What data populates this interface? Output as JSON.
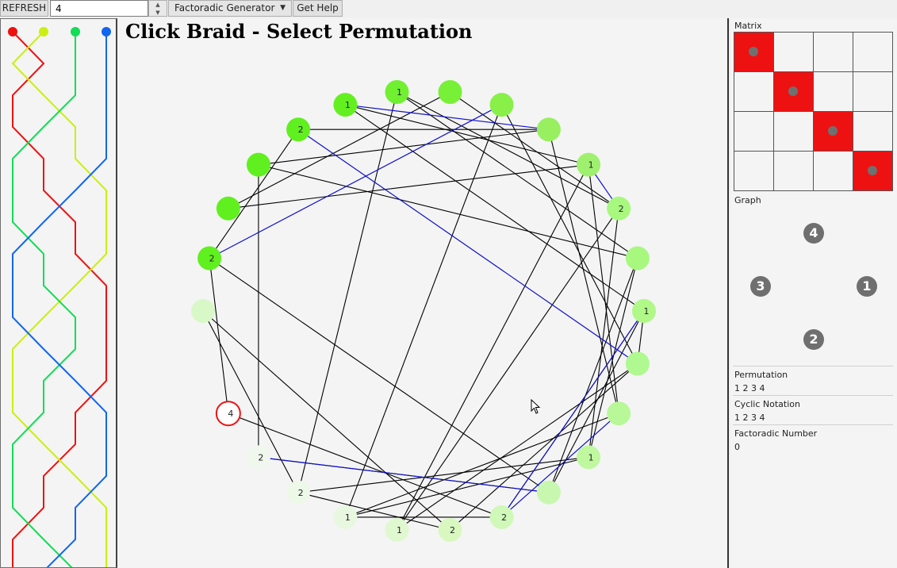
{
  "toolbar": {
    "refresh_label": "REFRESH",
    "n_value": "4",
    "mode_selected": "Factoradic Generator",
    "help_label": "Get Help"
  },
  "main": {
    "title": "Click Braid - Select Permutation",
    "nodes": [
      {
        "label": "",
        "color": "#d8f8c8"
      },
      {
        "label": "2",
        "color": "#60f020"
      },
      {
        "label": "",
        "color": "#60f020"
      },
      {
        "label": "",
        "color": "#60f020"
      },
      {
        "label": "2",
        "color": "#60f020"
      },
      {
        "label": "1",
        "color": "#64f020"
      },
      {
        "label": "1",
        "color": "#70f030"
      },
      {
        "label": "",
        "color": "#78f038"
      },
      {
        "label": "",
        "color": "#88f048"
      },
      {
        "label": "",
        "color": "#98f060"
      },
      {
        "label": "1",
        "color": "#a0f070"
      },
      {
        "label": "2",
        "color": "#a8f880"
      },
      {
        "label": "",
        "color": "#a8f880"
      },
      {
        "label": "1",
        "color": "#b0f888"
      },
      {
        "label": "",
        "color": "#b0f890"
      },
      {
        "label": "",
        "color": "#b8f898"
      },
      {
        "label": "1",
        "color": "#c0f8a0"
      },
      {
        "label": "",
        "color": "#c8f8b0"
      },
      {
        "label": "2",
        "color": "#d0f8b8"
      },
      {
        "label": "2",
        "color": "#d8f8c0"
      },
      {
        "label": "1",
        "color": "#e0f8d0"
      },
      {
        "label": "1",
        "color": "#e8f8e0"
      },
      {
        "label": "2",
        "color": "#eef8e8"
      },
      {
        "label": "2",
        "color": "#f0f8ee"
      },
      {
        "label": "4",
        "color": "#ffffff",
        "selected": true
      }
    ]
  },
  "braid": {
    "strand_colors": [
      "#ee1111",
      "#ccee11",
      "#11dd55",
      "#1166ee"
    ]
  },
  "side": {
    "matrix_label": "Matrix",
    "matrix": [
      [
        1,
        0,
        0,
        0
      ],
      [
        0,
        1,
        0,
        0
      ],
      [
        0,
        0,
        1,
        0
      ],
      [
        0,
        0,
        0,
        1
      ]
    ],
    "graph_label": "Graph",
    "graph_nodes": [
      "1",
      "2",
      "3",
      "4"
    ],
    "permutation_label": "Permutation",
    "permutation_value": "1 2 3 4",
    "cyclic_label": "Cyclic Notation",
    "cyclic_value": "1 2 3 4",
    "factoradic_label": "Factoradic Number",
    "factoradic_value": "0"
  },
  "colors": {
    "highlight": "#ee1111",
    "blue_edge": "#1010cc",
    "edge": "#000000"
  },
  "icons": {
    "cursor": "mouse-pointer-icon"
  }
}
